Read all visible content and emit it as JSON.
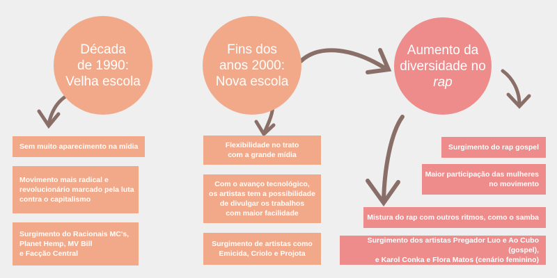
{
  "circles": [
    {
      "lines": [
        "Década",
        "de 1990:",
        "Velha escola"
      ]
    },
    {
      "lines": [
        "Fins dos",
        "anos 2000:",
        "Nova escola"
      ]
    },
    {
      "lines": [
        "Aumento da",
        "diversidade no"
      ],
      "italic": "rap"
    }
  ],
  "boxes": {
    "col1": [
      {
        "lines": [
          "Sem muito aparecimento na mídia"
        ]
      },
      {
        "lines": [
          "Movimento mais radical e",
          "revolucionário marcado pela luta",
          "contra o capitalismo"
        ]
      },
      {
        "lines": [
          "Surgimento do Racionais MC's,",
          "Planet Hemp, MV Bill",
          "e Facção Central"
        ]
      }
    ],
    "col2": [
      {
        "lines": [
          "Flexibilidade no trato",
          "com a grande mídia"
        ]
      },
      {
        "lines": [
          "Com o avanço tecnológico,",
          "os artistas tem a possibilidade",
          "de divulgar os trabalhos",
          "com maior facilidade"
        ]
      },
      {
        "lines": [
          "Surgimento de artistas como",
          "Emicida, Criolo e Projota"
        ]
      }
    ],
    "col3": [
      {
        "lines": [
          "Surgimento do rap gospel"
        ]
      },
      {
        "lines": [
          "Maior participação das mulheres",
          "no movimento"
        ]
      },
      {
        "lines": [
          "Mistura do rap com outros ritmos, como o samba"
        ]
      },
      {
        "lines": [
          "Surgimento dos artistas Pregador Luo e Ao Cubo (gospel),",
          "e Karol Conka e Flora Matos (cenário feminino)"
        ]
      }
    ]
  },
  "colors": {
    "background": "#efefef",
    "salmon": "#f2a98a",
    "pink": "#ee8b8b",
    "arrow": "#8a6f68",
    "text": "#ffffff"
  }
}
